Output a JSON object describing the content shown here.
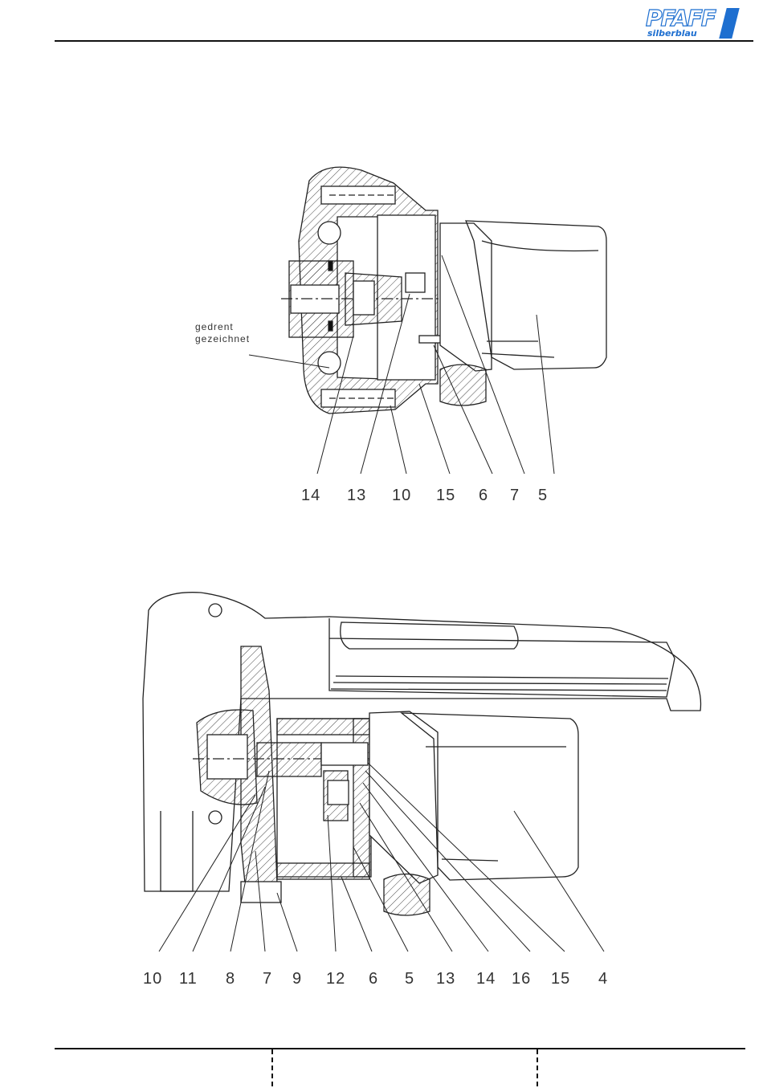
{
  "header": {
    "logo": {
      "brand": "PFAFF",
      "sub": "silberblau",
      "accent_color": "#1e6fd0"
    }
  },
  "figure_top": {
    "note": {
      "line1": "gedrent",
      "line2": "gezeichnet"
    },
    "callouts": [
      "14",
      "13",
      "10",
      "15",
      "6",
      "7",
      "5"
    ]
  },
  "figure_bottom": {
    "callouts": [
      "10",
      "11",
      "8",
      "7",
      "9",
      "12",
      "6",
      "5",
      "13",
      "14",
      "16",
      "15",
      "4"
    ]
  }
}
